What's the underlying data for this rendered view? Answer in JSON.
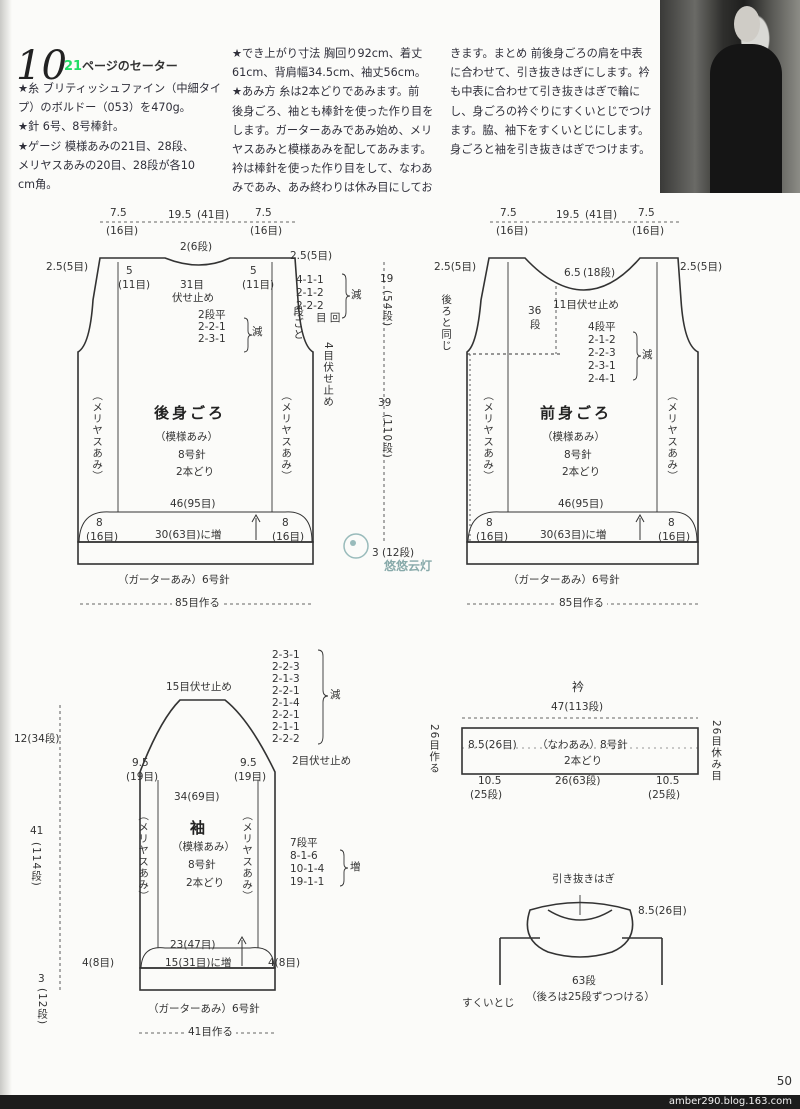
{
  "header": {
    "number": "10",
    "title_num": "21",
    "title_text": "ページのセーター"
  },
  "intro": {
    "col1": [
      "★糸 ブリティッシュファイン（中細タイ",
      "プ）のボルドー（053）を470g。",
      "★針 6号、8号棒針。",
      "★ゲージ 模様あみの21目、28段、",
      "メリヤスあみの20目、28段が各10",
      "cm角。"
    ],
    "col2": [
      "★でき上がり寸法 胸回り92cm、着丈",
      "61cm、背肩幅34.5cm、袖丈56cm。",
      "★あみ方 糸は2本どりであみます。前",
      "後身ごろ、袖とも棒針を使った作り目を",
      "します。ガーターあみであみ始め、メリ",
      "ヤスあみと模様あみを配してあみます。",
      "衿は棒針を使った作り目をして、なわあ",
      "みであみ、あみ終わりは休み目にしてお"
    ],
    "col3": [
      "きます。まとめ 前後身ごろの肩を中表",
      "に合わせて、引き抜きはぎにします。衿",
      "も中表に合わせて引き抜きはぎで輪に",
      "し、身ごろの衿ぐりにすくいとじでつけ",
      "ます。脇、袖下をすくいとじにします。",
      "身ごろと袖を引き抜きはぎでつけます。"
    ]
  },
  "back": {
    "shoulder_l": "7.5",
    "shoulder_l_st": "(16目)",
    "neck_w": "19.5",
    "neck_w_st": "(41目)",
    "shoulder_r": "7.5",
    "shoulder_r_st": "(16目)",
    "neck_depth": "2(6段)",
    "side_top_l": "2.5(5目)",
    "side_top_r": "2.5(5目)",
    "col5_l": "5",
    "col5_l_st": "(11目)",
    "col5_r": "5",
    "col5_r_st": "(11目)",
    "neck_bind": "31目",
    "neck_bind2": "伏せ止め",
    "dec_neck": [
      "2段平",
      "2-2-1",
      "2-3-1"
    ],
    "dec_neck_label": "減",
    "dec_arm": [
      "4-1-1",
      "2-1-2",
      "2-2-2"
    ],
    "dec_arm_label": "減",
    "dec_arm_note": "目 回",
    "arm_note": "段ごと",
    "arm_bind": "4目伏せ止め",
    "h_upper": "19",
    "h_upper_st": "(54段)",
    "h_lower": "39",
    "h_lower_st": "(110段)",
    "side_lbl": "（メリヤスあみ）",
    "name": "後身ごろ",
    "pattern": "（模様あみ）",
    "needle": "8号針",
    "yarn": "2本どり",
    "width": "46(95目)",
    "inc_l": "8",
    "inc_l_st": "(16目)",
    "inc_r": "8",
    "inc_r_st": "(16目)",
    "center_inc": "30(63目)に増",
    "band": "（ガーターあみ）6号針",
    "cast_on": "85目作る",
    "band_h": "3",
    "band_h_st": "(12段)"
  },
  "front": {
    "shoulder_l": "7.5",
    "shoulder_l_st": "(16目)",
    "neck_w": "19.5",
    "neck_w_st": "(41目)",
    "shoulder_r": "7.5",
    "shoulder_r_st": "(16目)",
    "side_top_l": "2.5(5目)",
    "side_top_r": "2.5(5目)",
    "neck_depth": "6.5",
    "neck_depth_st": "(18段)",
    "neck_bind": "11目伏せ止め",
    "same_as_back": "後ろと同じ",
    "h36": "36",
    "h36_st": "段",
    "dec_neck": [
      "4段平",
      "2-1-2",
      "2-2-3",
      "2-3-1",
      "2-4-1"
    ],
    "dec_neck_label": "減",
    "side_lbl": "（メリヤスあみ）",
    "name": "前身ごろ",
    "pattern": "（模様あみ）",
    "needle": "8号針",
    "yarn": "2本どり",
    "width": "46(95目)",
    "inc_l": "8",
    "inc_l_st": "(16目)",
    "inc_r": "8",
    "inc_r_st": "(16目)",
    "center_inc": "30(63目)に増",
    "band": "（ガーターあみ）6号針",
    "cast_on": "85目作る"
  },
  "sleeve": {
    "top_bind": "15目伏せ止め",
    "dec_list": [
      "2-3-1",
      "2-2-3",
      "2-1-3",
      "2-2-1",
      "2-1-4",
      "2-2-1",
      "2-1-1",
      "2-2-2"
    ],
    "dec_label": "減",
    "cap_h": "12(34段)",
    "cap_l": "9.5",
    "cap_l_st": "(19目)",
    "cap_r": "9.5",
    "cap_r_st": "(19目)",
    "arm_bind": "2目伏せ止め",
    "width_top": "34(69目)",
    "h_body": "41",
    "h_body_st": "(114段)",
    "side_lbl": "（メリヤスあみ）",
    "name": "袖",
    "pattern": "（模様あみ）",
    "needle": "8号針",
    "yarn": "2本どり",
    "inc_list": [
      "7段平",
      "8-1-6",
      "10-1-4",
      "19-1-1"
    ],
    "inc_label": "増",
    "width_bottom": "23(47目)",
    "side_l": "4(8目)",
    "side_r": "4(8目)",
    "center_inc": "15(31目)に増",
    "band": "（ガーターあみ）6号針",
    "band_h": "3",
    "band_h_st": "(12段)",
    "cast_on": "41目作る"
  },
  "collar": {
    "title": "衿",
    "length": "47(113段)",
    "height": "26目作る",
    "rest": "26目休み目",
    "w_l": "8.5(26目)",
    "pattern": "（なわあみ）8号針",
    "yarn": "2本どり",
    "seg_l": "10.5",
    "seg_l_st": "(25段)",
    "seg_c": "26(63段)",
    "seg_r": "10.5",
    "seg_r_st": "(25段)"
  },
  "assembly": {
    "join": "引き抜きはぎ",
    "w": "8.5(26目)",
    "rows": "63段",
    "seam": "すくいとじ",
    "note": "（後ろは25段ずつつける）"
  },
  "watermark": "悠悠云灯",
  "page_number": "50",
  "url": "amber290.blog.163.com"
}
